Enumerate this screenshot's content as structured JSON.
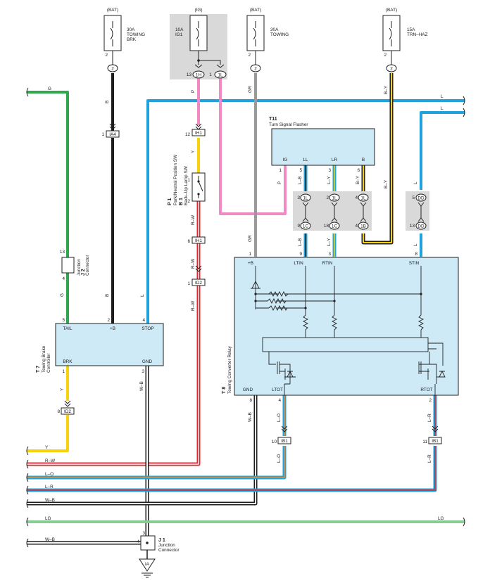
{
  "fuses": [
    {
      "source": "(BAT)",
      "rating": "30A",
      "name_lines": [
        "TOWING",
        "BRK"
      ]
    },
    {
      "source": "(IG)",
      "rating": "10A",
      "name_lines": [
        "IG1"
      ]
    },
    {
      "source": "(BAT)",
      "rating": "30A",
      "name_lines": [
        "TOWING"
      ]
    },
    {
      "source": "(BAT)",
      "rating": "15A",
      "name_lines": [
        "TRN–HAZ"
      ]
    }
  ],
  "components": {
    "t11": {
      "code": "T11",
      "name": "Turn Signal Flasher",
      "pins": [
        "IG",
        "LL",
        "LR",
        "B"
      ]
    },
    "t7": {
      "code": "T 7",
      "name_lines": [
        "Towing Brake",
        "Controller"
      ],
      "pins": [
        "TAIL",
        "+B",
        "STOP",
        "BRK",
        "GND"
      ]
    },
    "t8": {
      "code": "T 8",
      "name": "Towing Converter Relay",
      "pins": [
        "+B",
        "LTIN",
        "RTIN",
        "STIN",
        "GND",
        "LTOT",
        "RTOT"
      ]
    },
    "p1": {
      "code": "P 1",
      "name": "Park/Neutral Position SW",
      "code2": "B 1",
      "name2": "Back–Up Lamp SW"
    },
    "j2": {
      "code": "J 2",
      "name_lines": [
        "Junction",
        "Connector"
      ]
    },
    "j1": {
      "code": "J 1",
      "name_lines": [
        "Junction",
        "Connector"
      ]
    }
  },
  "connectors": [
    "1H",
    "1L",
    "IA4",
    "IH1",
    "1L",
    "1L",
    "1L",
    "DD",
    "1C",
    "1C",
    "1B",
    "DD",
    "IH1",
    "ID2",
    "ID2",
    "IB1",
    "IB1",
    "IA"
  ],
  "pin_numbers": [
    "2",
    "2",
    "2",
    "13",
    "1",
    "1",
    "12",
    "1",
    "5",
    "3",
    "6",
    "3",
    "2",
    "4",
    "5",
    "9",
    "18",
    "13",
    "6",
    "1",
    "9",
    "3",
    "8",
    "13",
    "4",
    "5",
    "2",
    "4",
    "1",
    "3",
    "6",
    "4",
    "2",
    "8",
    "10",
    "11",
    "3",
    "4"
  ],
  "wire_colors": {
    "B": "B",
    "P": "P",
    "GR": "GR",
    "BY": "B–Y",
    "G": "G",
    "L": "L",
    "Y": "Y",
    "LB": "L–B",
    "LY": "L–Y",
    "RW": "R–W",
    "WB": "W–B",
    "LO": "L–O",
    "LR": "L–R",
    "LG": "LG"
  },
  "palette": {
    "black": "#1c1c1c",
    "pink": "#f08ac4",
    "gray": "#9a9a9a",
    "blue": "#1fa3dc",
    "green": "#2ea84a",
    "yellow": "#f5d20a",
    "red": "#e0262d",
    "light_green": "#86cc94",
    "orange": "#f08a24",
    "white_wire": "#ffffff"
  }
}
